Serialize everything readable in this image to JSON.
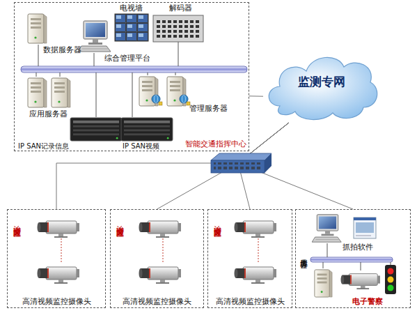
{
  "diagram": {
    "nodes": [
      {
        "text": [
          "智能交通指挥中心"
        ]
      },
      {
        "text": [
          "监测专网"
        ]
      },
      {
        "text": [
          "治安交通监控区",
          "高清视频监控摄像头"
        ]
      },
      {
        "text": [
          "治安交通监控区",
          "高清视频监控摄像头"
        ]
      },
      {
        "text": [
          "治安交通监控区",
          "高清视频监控摄像头"
        ]
      },
      {
        "text": [
          "电子警察"
        ]
      }
    ],
    "edges": [
      {
        "from": 0,
        "to": 1,
        "arrow": "none"
      },
      {
        "from": 1,
        "to": 2,
        "arrow": "none"
      },
      {
        "from": 1,
        "to": 3,
        "arrow": "none"
      },
      {
        "from": 1,
        "to": 4,
        "arrow": "none"
      },
      {
        "from": 1,
        "to": 5,
        "arrow": "none"
      }
    ],
    "labels": [
      "电视墙",
      "解码器",
      "数据服务器",
      "综合管理平台",
      "应用服务器",
      "管理服务器",
      "IP SAN记录信息",
      "IP SAN视频",
      "抓拍软件",
      "上传服务器"
    ]
  }
}
